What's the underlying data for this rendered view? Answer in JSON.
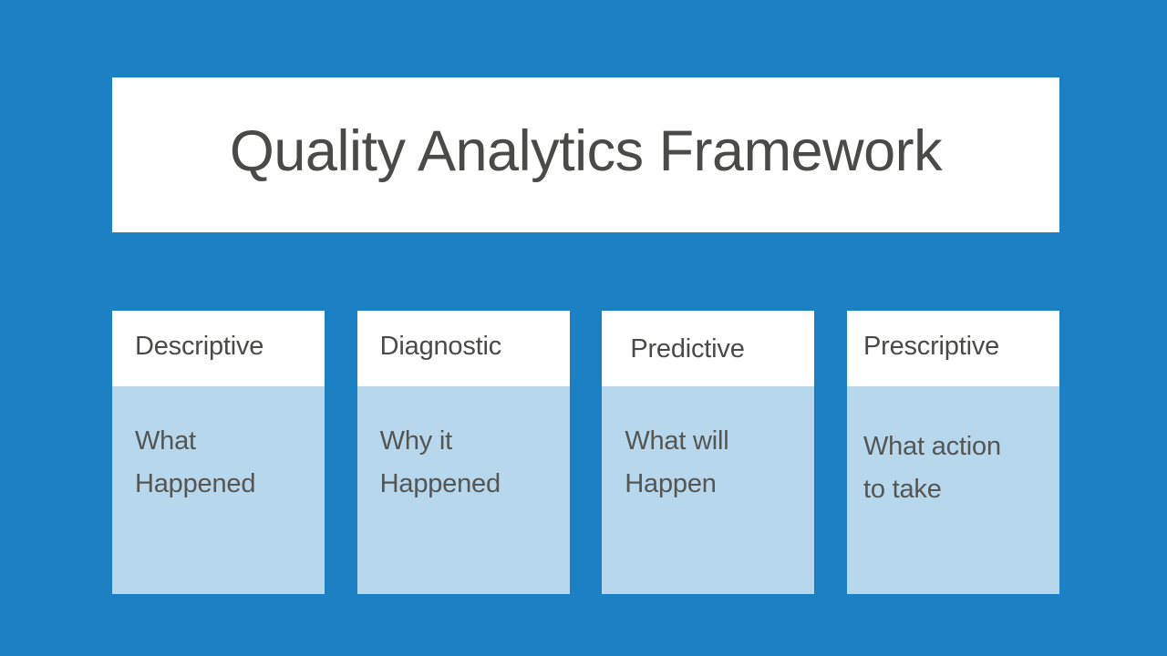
{
  "slide": {
    "background_color": "#1b80c4",
    "title": "Quality Analytics Framework",
    "title_color": "#4a4a48",
    "title_background": "#ffffff",
    "card_header_background": "#ffffff",
    "card_body_background": "#b7d8ec",
    "card_text_color": "#555553"
  },
  "cards": [
    {
      "header": "Descriptive",
      "body": "What\nHappened"
    },
    {
      "header": "Diagnostic",
      "body": "Why it\nHappened"
    },
    {
      "header": "Predictive",
      "body": "What will\nHappen"
    },
    {
      "header": "Prescriptive",
      "body": "What action\nto take"
    }
  ]
}
